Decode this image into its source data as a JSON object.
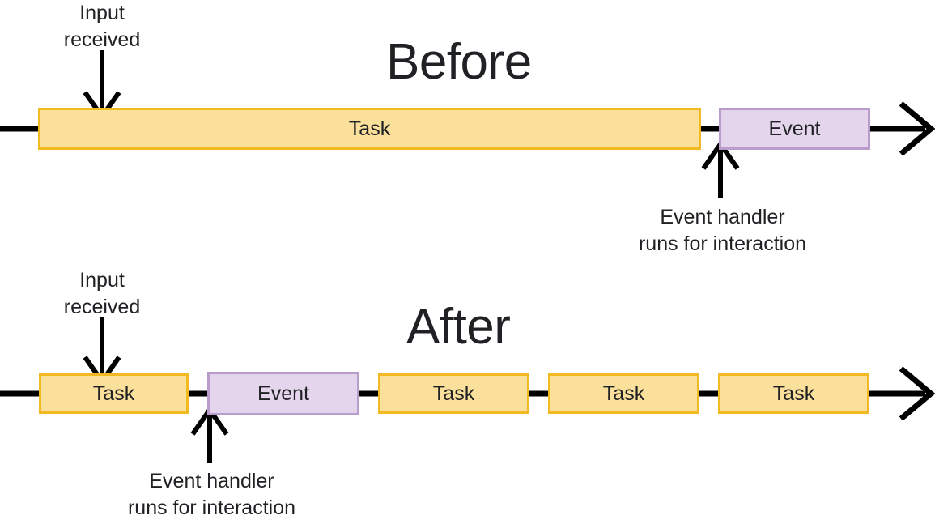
{
  "diagram": {
    "title_before": "Before",
    "title_after": "After",
    "background": "#ffffff",
    "colors": {
      "task_fill": "#fae09a",
      "task_border": "#f3b922",
      "event_fill": "#e4d4ec",
      "event_border": "#ba9ccb",
      "line": "#000000",
      "text": "#202124"
    }
  },
  "before": {
    "heading": "Before",
    "input_annotation": "Input\nreceived",
    "handler_annotation": "Event handler\nruns for interaction",
    "blocks": [
      {
        "label": "Task",
        "kind": "task"
      },
      {
        "label": "Event",
        "kind": "event"
      }
    ]
  },
  "after": {
    "heading": "After",
    "input_annotation": "Input\nreceived",
    "handler_annotation": "Event handler\nruns for interaction",
    "blocks": [
      {
        "label": "Task",
        "kind": "task"
      },
      {
        "label": "Event",
        "kind": "event"
      },
      {
        "label": "Task",
        "kind": "task"
      },
      {
        "label": "Task",
        "kind": "task"
      },
      {
        "label": "Task",
        "kind": "task"
      }
    ]
  }
}
